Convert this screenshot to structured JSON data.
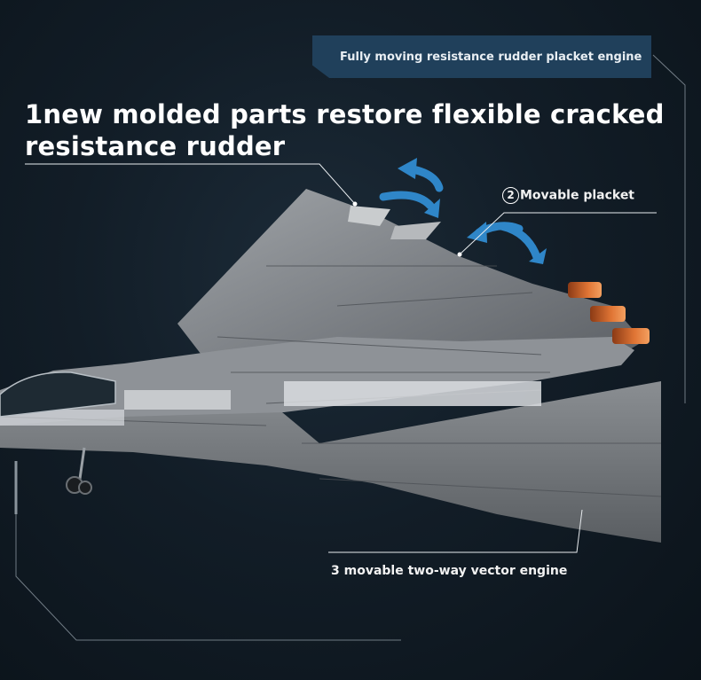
{
  "banner": {
    "text": "Fully moving resistance rudder placket engine"
  },
  "headline": {
    "line1": "1new molded parts restore flexible cracked",
    "line2": "resistance rudder"
  },
  "callouts": {
    "placket": {
      "number": "2",
      "text": "Movable placket"
    },
    "engine": {
      "text": "3 movable two-way vector engine"
    }
  },
  "colors": {
    "banner_bg": "#20405b",
    "arrow_blue": "#2f86c8",
    "nozzle_orange": "#d4652c",
    "hull_gray": "#7d8186"
  }
}
